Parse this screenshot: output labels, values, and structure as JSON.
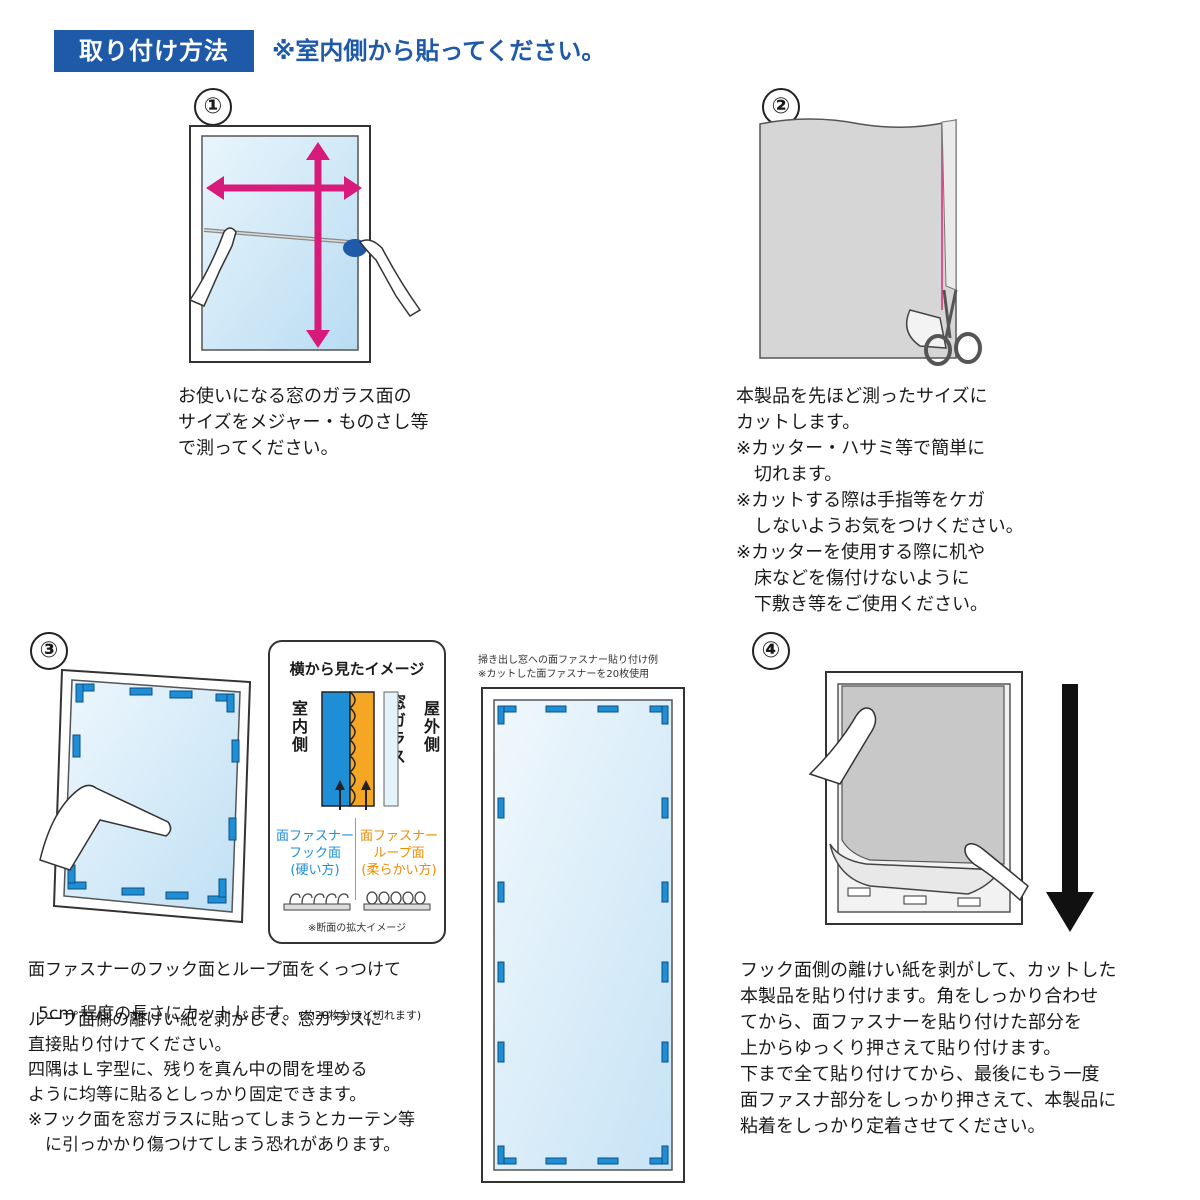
{
  "header": {
    "title": "取り付け方法",
    "note": "※室内側から貼ってください。"
  },
  "steps": [
    {
      "number": "①",
      "text": "お使いになる窓のガラス面の\nサイズをメジャー・ものさし等\nで測ってください。"
    },
    {
      "number": "②",
      "text": "本製品を先ほど測ったサイズに\nカットします。\n※カッター・ハサミ等で簡単に\n　切れます。\n※カットする際は手指等をケガ\n　しないようお気をつけください。\n※カッターを使用する際に机や\n　床などを傷付けないように\n　下敷き等をご使用ください。"
    },
    {
      "number": "③",
      "text_line1": "面ファスナーのフック面とループ面をくっつけて",
      "text_line2_main": "5cm 程度の長さにカットします。",
      "text_line2_small": "(約20枚分ほど切れます)",
      "text_rest": "ループ面側の離けい紙を剥がして、窓ガラスに\n直接貼り付けてください。\n四隅はＬ字型に、残りを真ん中の間を埋める\nように均等に貼るとしっかり固定できます。\n※フック面を窓ガラスに貼ってしまうとカーテン等\n　に引っかかり傷つけてしまう恐れがあります。"
    },
    {
      "number": "④",
      "text": "フック面側の離けい紙を剥がして、カットした\n本製品を貼り付けます。角をしっかり合わせ\nてから、面ファスナーを貼り付けた部分を\n上からゆっくり押さえて貼り付けます。\n下まで全て貼り付けてから、最後にもう一度\n面ファスナ部分をしっかり押さえて、本製品に\n粘着をしっかり定着させてください。"
    }
  ],
  "side_view": {
    "title": "横から見たイメージ",
    "indoor": "室内側",
    "glass": "窓ガラス",
    "outdoor": "屋外側",
    "hook_label": "面ファスナー\nフック面\n(硬い方)",
    "loop_label": "面ファスナー\nループ面\n(柔らかい方)",
    "caption": "※断面の拡大イメージ"
  },
  "sliding_window": {
    "caption_line1": "掃き出し窓への面ファスナー貼り付け例",
    "caption_line2": "※カットした面ファスナーを20枚使用"
  },
  "colors": {
    "brand_blue": "#1f5aa8",
    "fastener_blue": "#1e8fd6",
    "loop_orange": "#f08c00",
    "arrow_magenta": "#d81b7a",
    "glass": "#cfe8f7"
  }
}
